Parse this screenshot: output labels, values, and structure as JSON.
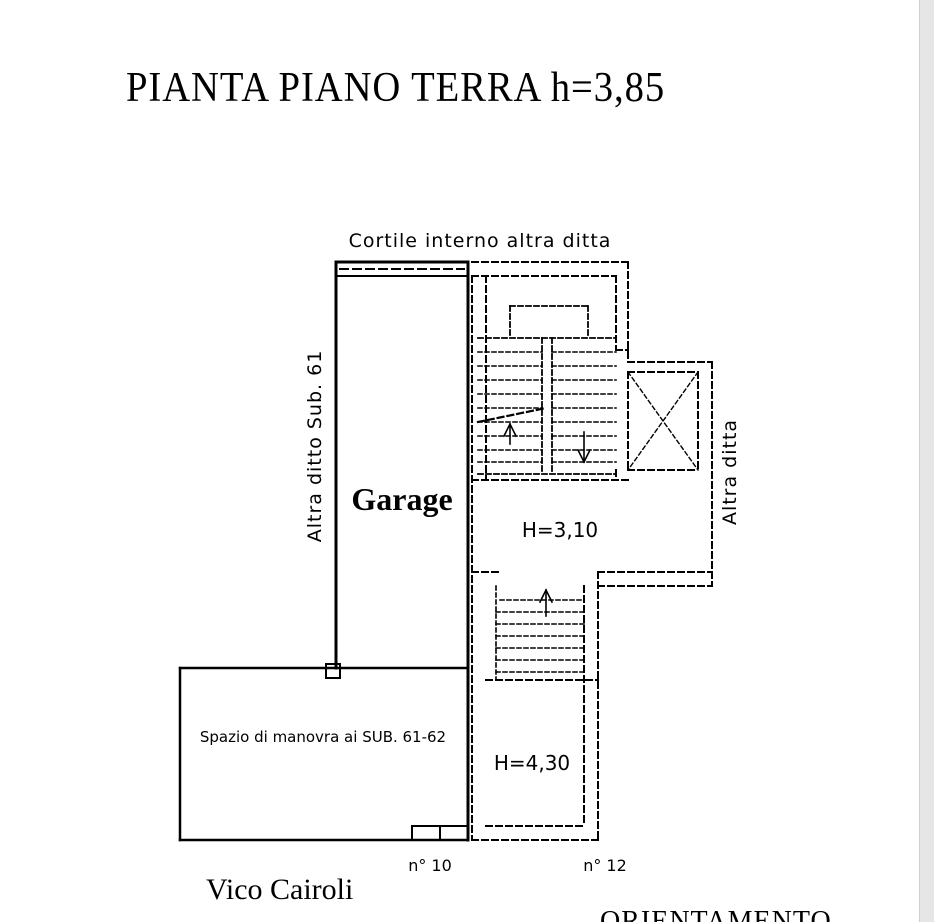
{
  "title": "PIANTA PIANO TERRA h=3,85",
  "labels": {
    "courtyard": "Cortile interno altra ditta",
    "neighbor_left": "Altra ditto Sub. 61",
    "neighbor_right": "Altra ditta",
    "garage": "Garage",
    "upper_room_height": "H=3,10",
    "lower_room_height": "H=4,30",
    "maneuver_area": "Spazio di manovra ai SUB. 61-62",
    "civic_number_10": "n° 10",
    "civic_number_12": "n° 12",
    "street": "Vico Cairoli",
    "orientation": "ORIENTAMENTO"
  }
}
